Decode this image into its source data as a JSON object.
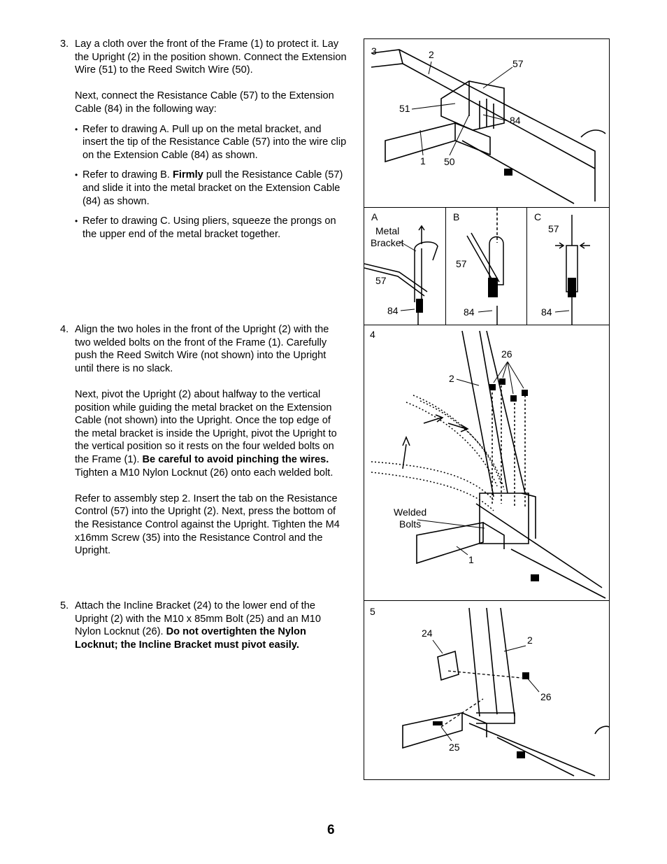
{
  "step3": {
    "number": "3.",
    "para1": "Lay a cloth over the front of the Frame (1) to protect it. Lay the Upright (2) in the position shown. Connect the Extension Wire (51) to the Reed Switch Wire (50).",
    "para2": "Next, connect the Resistance Cable (57) to the Extension Cable (84) in the following way:",
    "bullets": [
      "Refer to drawing A. Pull up on the metal bracket, and insert the tip of the Resistance Cable (57) into the wire clip on the Extension Cable (84) as shown.",
      {
        "pre": "Refer to drawing B. ",
        "bold": "Firmly",
        "post": " pull the Resistance Cable (57) and slide it into the metal bracket on the Extension Cable (84) as shown."
      },
      "Refer to drawing C. Using pliers, squeeze the prongs on the upper end of the metal bracket together."
    ]
  },
  "step4": {
    "number": "4.",
    "para1": "Align the two holes in the front of the Upright (2) with the two welded bolts on the front of the Frame (1). Carefully push the Reed Switch Wire (not shown) into the Upright until there is no slack.",
    "para2_pre": "Next, pivot the Upright (2) about halfway to the vertical position while guiding the metal bracket on the Extension Cable (not shown) into the Upright. Once the top edge of the metal bracket is inside the Upright, pivot the Upright to the vertical position so it rests on the four welded bolts on the Frame (1). ",
    "para2_bold": "Be careful to avoid pinching the wires.",
    "para2_post": " Tighten a M10 Nylon Locknut (26) onto each welded bolt.",
    "para3": "Refer to assembly step 2. Insert the tab on the Resistance Control (57) into the Upright (2). Next, press the bottom of the Resistance Control against the Upright. Tighten the M4 x16mm Screw (35) into the Resistance Control and the Upright."
  },
  "step5": {
    "number": "5.",
    "para_pre": "Attach the Incline Bracket (24) to the lower end of the Upright (2) with the M10 x 85mm Bolt (25) and an M10 Nylon Locknut (26). ",
    "para_bold": "Do not overtighten the Nylon Locknut; the Incline Bracket must pivot easily."
  },
  "figures": {
    "fig3": {
      "label": "3",
      "callouts": [
        "2",
        "57",
        "51",
        "84",
        "1",
        "50"
      ]
    },
    "figA": {
      "label": "A",
      "metal": "Metal",
      "bracket": "Bracket",
      "c57": "57",
      "c84": "84"
    },
    "figB": {
      "label": "B",
      "c57": "57",
      "c84": "84"
    },
    "figC": {
      "label": "C",
      "c57": "57",
      "c84": "84"
    },
    "fig4": {
      "label": "4",
      "c26": "26",
      "c2": "2",
      "welded": "Welded",
      "bolts": "Bolts",
      "c1": "1"
    },
    "fig5": {
      "label": "5",
      "c24": "24",
      "c2": "2",
      "c26": "26",
      "c25": "25"
    }
  },
  "page_number": "6"
}
